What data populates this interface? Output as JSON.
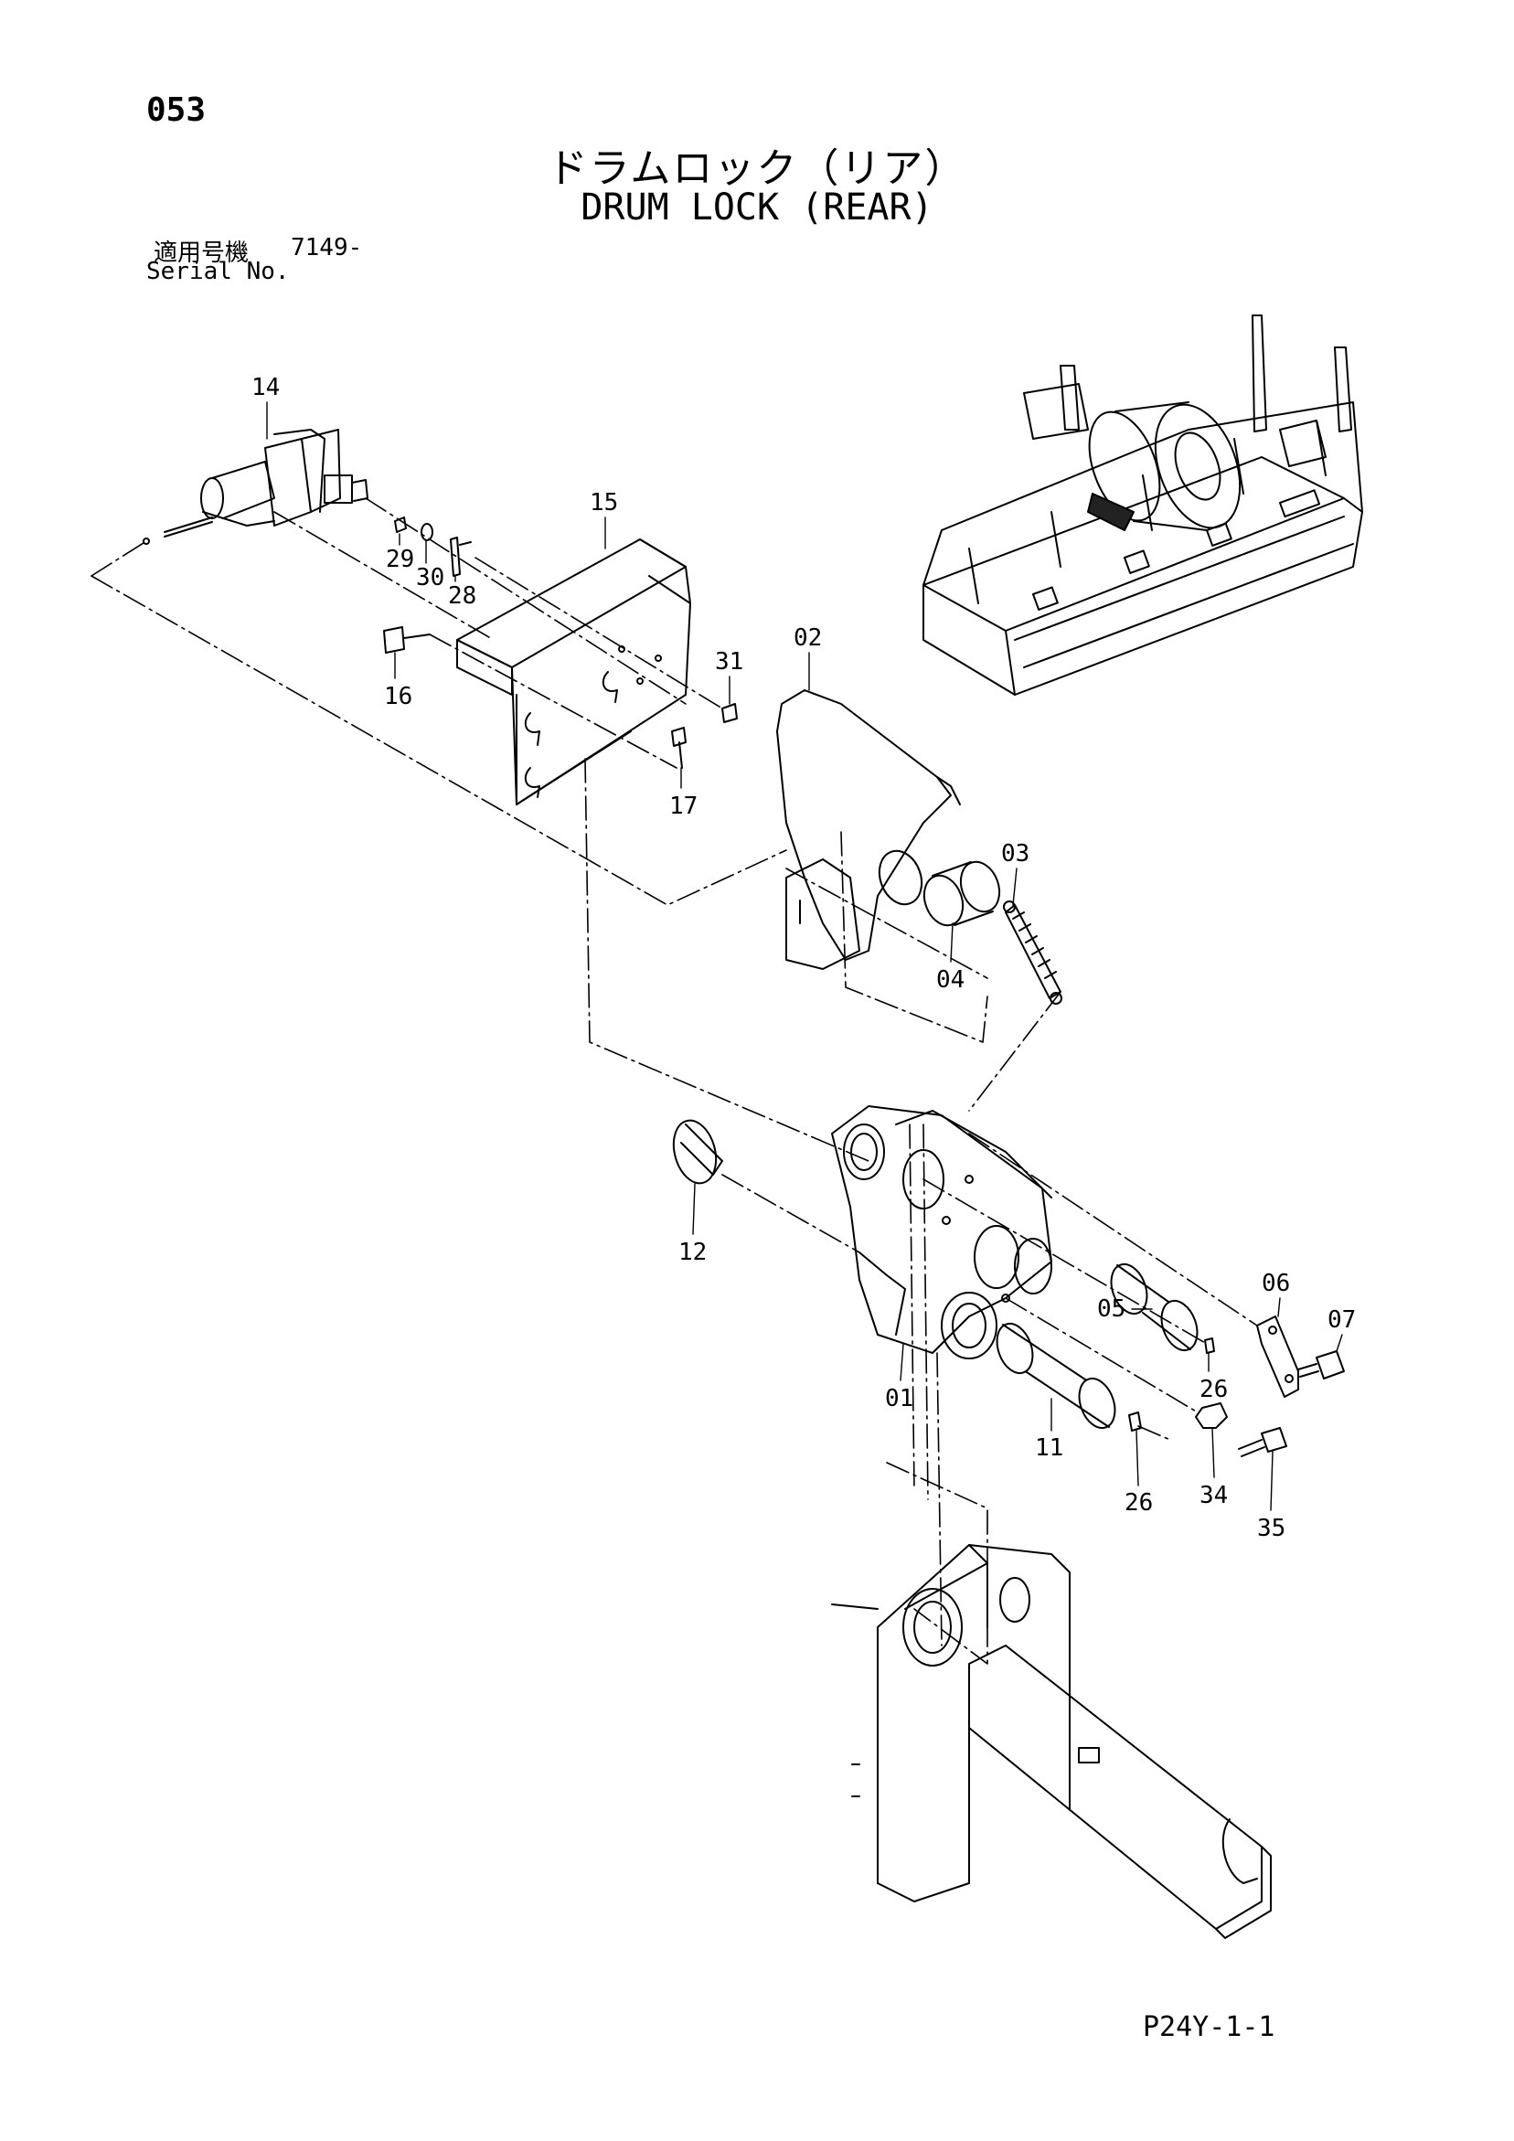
{
  "header": {
    "page_number": "053",
    "title_jp": "ドラムロック（リア）",
    "title_en": "DRUM LOCK (REAR)",
    "serial_label_jp": "適用号機",
    "serial_label_en": "Serial No.",
    "serial_value": "7149-"
  },
  "footer": {
    "drawing_code": "P24Y-1-1"
  },
  "callouts": {
    "c14": "14",
    "c15": "15",
    "c29": "29",
    "c30": "30",
    "c28": "28",
    "c16": "16",
    "c31": "31",
    "c17": "17",
    "c02": "02",
    "c03": "03",
    "c04": "04",
    "c12": "12",
    "c06": "06",
    "c07": "07",
    "c05": "05",
    "c26a": "26",
    "c01": "01",
    "c11": "11",
    "c34": "34",
    "c26b": "26",
    "c35": "35"
  }
}
